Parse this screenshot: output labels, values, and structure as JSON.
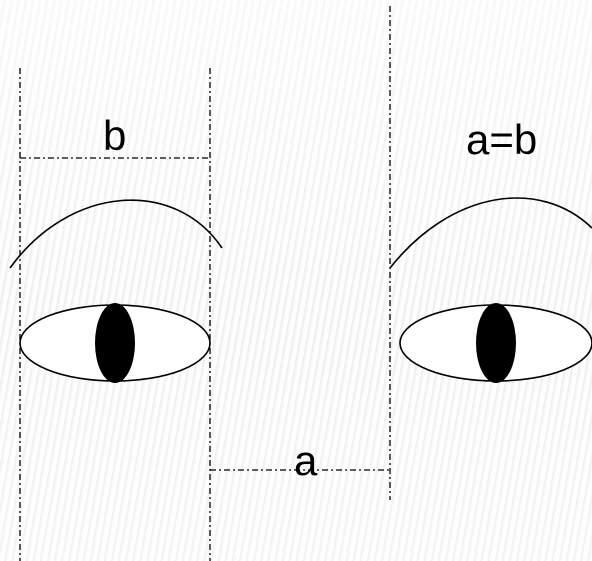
{
  "labels": {
    "b": "b",
    "a_equals_b": "a=b",
    "a": "a"
  },
  "colors": {
    "ink": "#000000",
    "eye_fill": "#ffffff",
    "pupil": "#000000"
  }
}
